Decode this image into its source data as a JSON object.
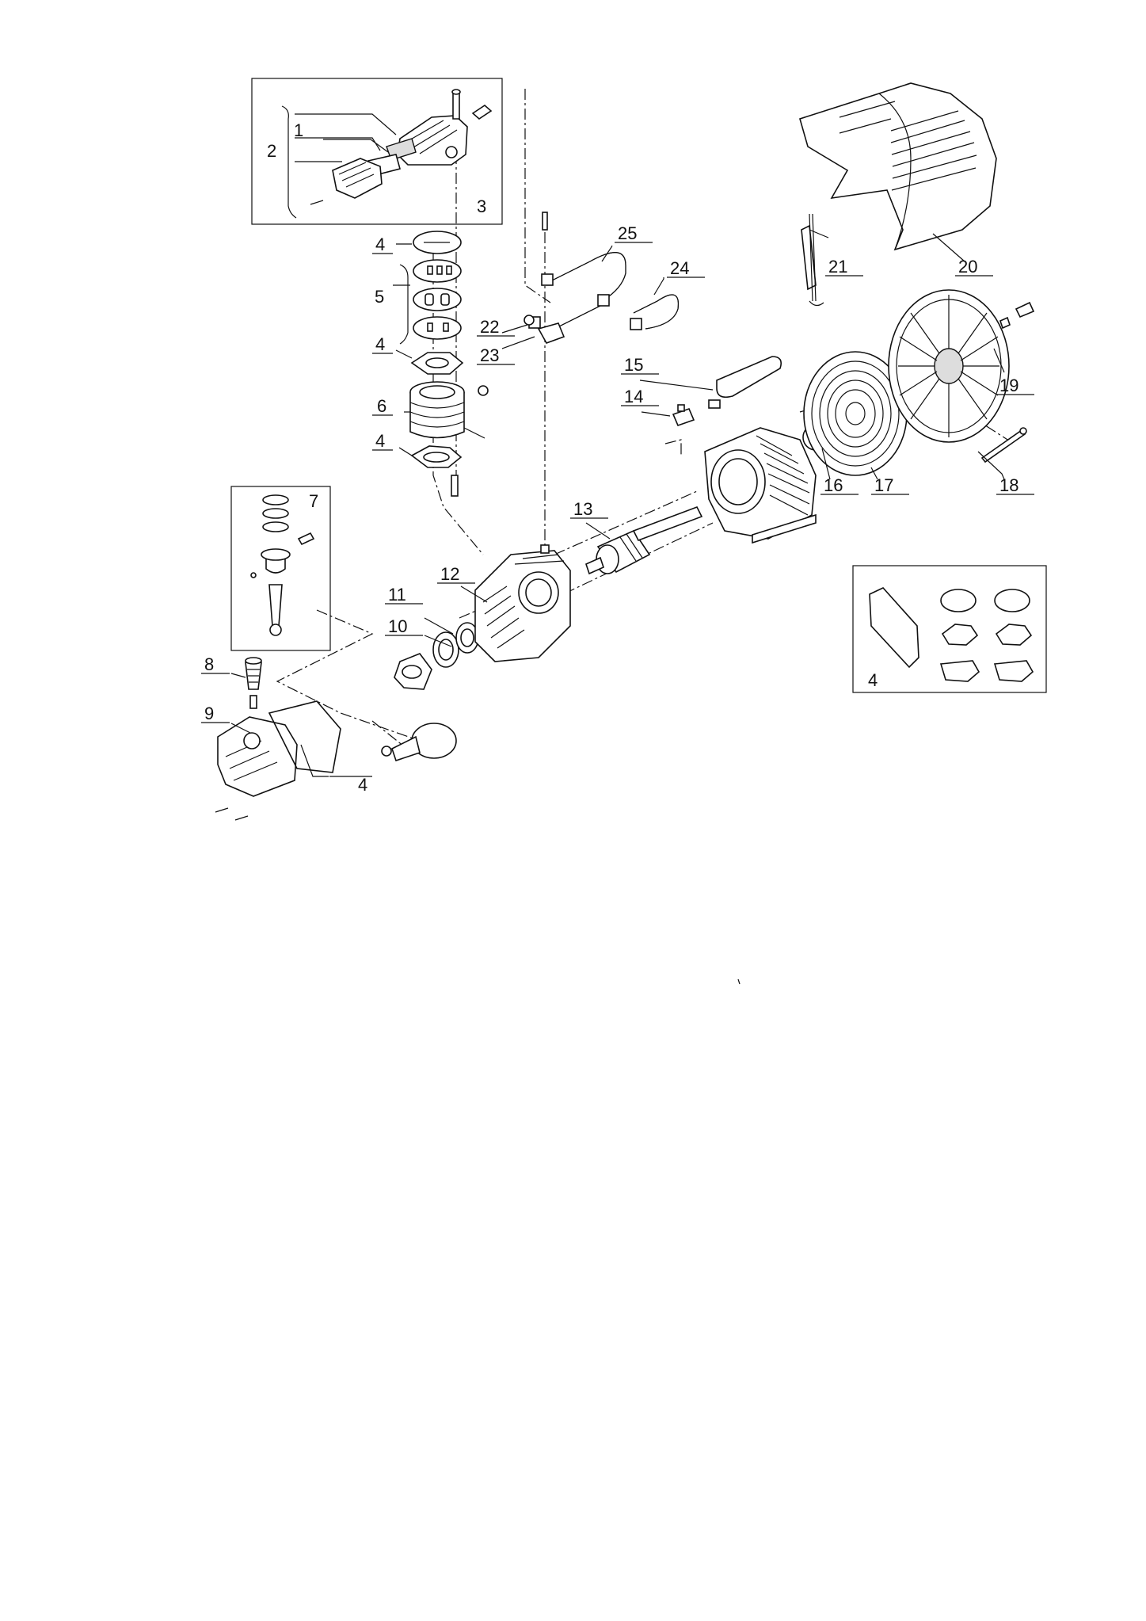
{
  "labels": {
    "l1": "1",
    "l2": "2",
    "l3": "3",
    "l4a": "4",
    "l4b": "4",
    "l4c": "4",
    "l4d": "4",
    "l4e": "4",
    "l5": "5",
    "l6": "6",
    "l7": "7",
    "l8": "8",
    "l9": "9",
    "l10": "10",
    "l11": "11",
    "l12": "12",
    "l13": "13",
    "l14": "14",
    "l15": "15",
    "l16": "16",
    "l17": "17",
    "l18": "18",
    "l19": "19",
    "l20": "20",
    "l21": "21",
    "l22": "22",
    "l23": "23",
    "l24": "24",
    "l25": "25"
  }
}
